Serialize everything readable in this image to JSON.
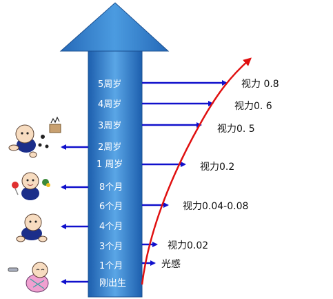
{
  "ages": [
    "5周岁",
    "4周岁",
    "3周岁",
    "2周岁",
    "1 周岁",
    "8个月",
    "6个月",
    "4个月",
    "3个月",
    "1个月",
    "刚出生"
  ],
  "vision_labels": [
    "视力 0.8",
    "视力0. 6",
    "视力0. 5",
    "视力0.2",
    "视力0.04-0.08",
    "视力0.02",
    "光感"
  ],
  "colors": {
    "arrow_light": "#5aa6e6",
    "arrow_dark": "#1d5fae",
    "pointer": "#1010cc",
    "curve": "#e01010"
  },
  "illustrations": [
    {
      "name": "baby-with-toy-drum",
      "label": ""
    },
    {
      "name": "baby-with-rattles",
      "label": ""
    },
    {
      "name": "sitting-baby",
      "label": ""
    },
    {
      "name": "newborn-baby",
      "label": ""
    }
  ]
}
